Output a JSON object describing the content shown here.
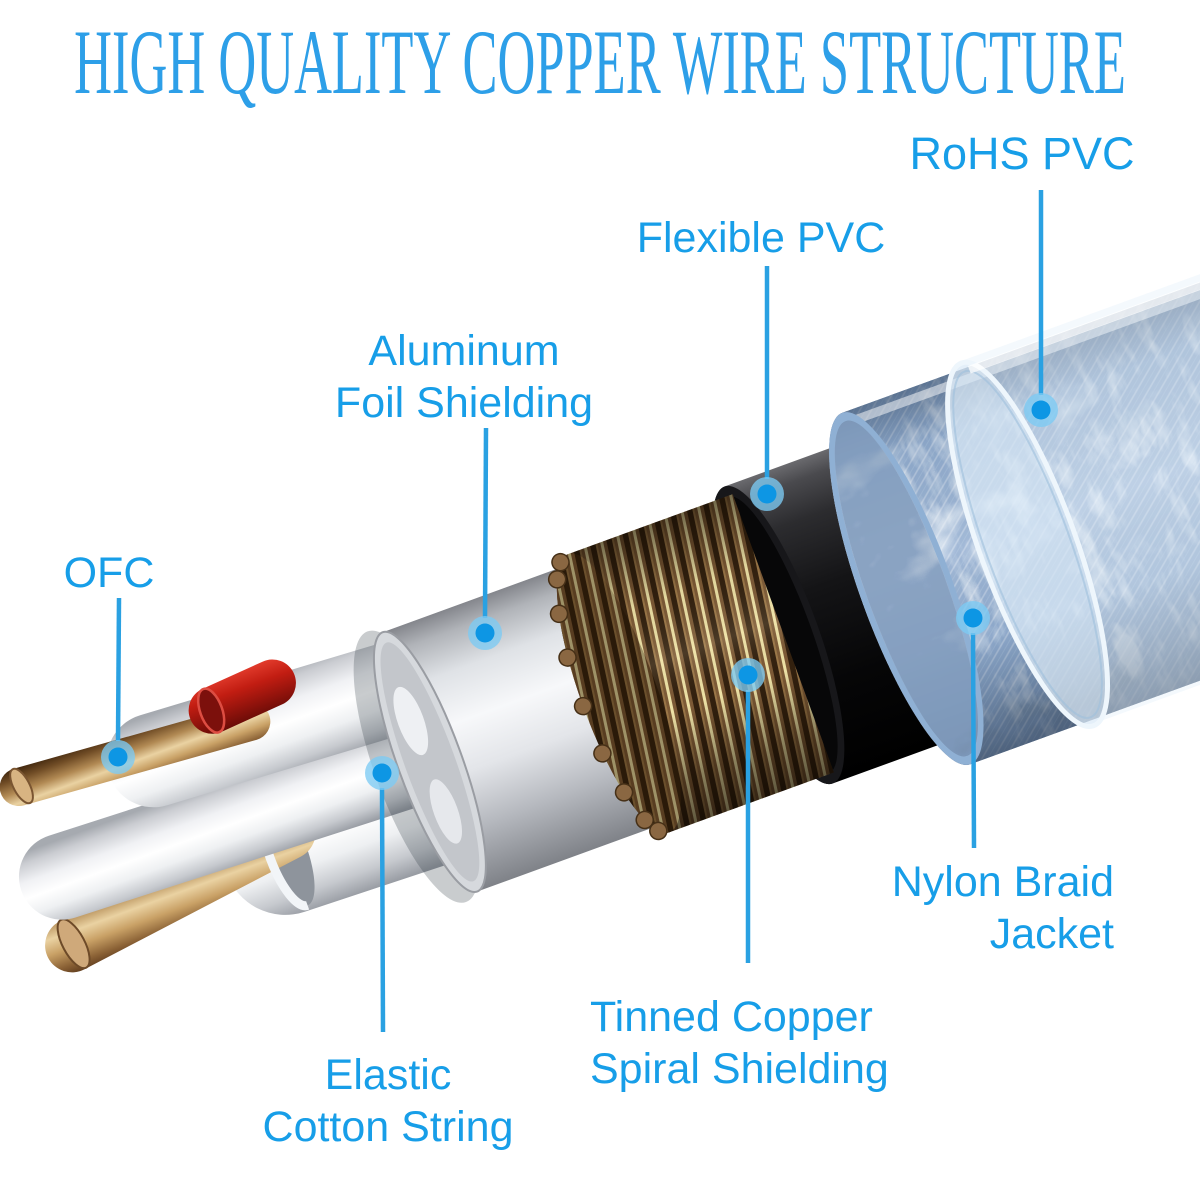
{
  "title": "HIGH QUALITY COPPER WIRE STRUCTURE",
  "colors": {
    "title_blue": "#2d9fe8",
    "label_blue": "#179ee8",
    "leader_line": "#2aa1e2",
    "marker_core": "#0d96e4",
    "marker_halo": "#7ccbf4",
    "jacket_braid": "#c8dcee",
    "flexible_pvc": "#0a0a0c",
    "copper": "#b28a54",
    "aluminum": "#d6d9dd",
    "red_wire": "#c21d12"
  },
  "labels": {
    "rohs": {
      "line1": "RoHS PVC"
    },
    "flexible": {
      "line1": "Flexible PVC"
    },
    "aluminum": {
      "line1": "Aluminum",
      "line2": "Foil Shielding"
    },
    "ofc": {
      "line1": "OFC"
    },
    "nylon": {
      "line1": "Nylon Braid",
      "line2": "Jacket"
    },
    "tinned": {
      "line1": "Tinned Copper",
      "line2": "Spiral Shielding"
    },
    "elastic": {
      "line1": "Elastic",
      "line2": "Cotton String"
    }
  }
}
